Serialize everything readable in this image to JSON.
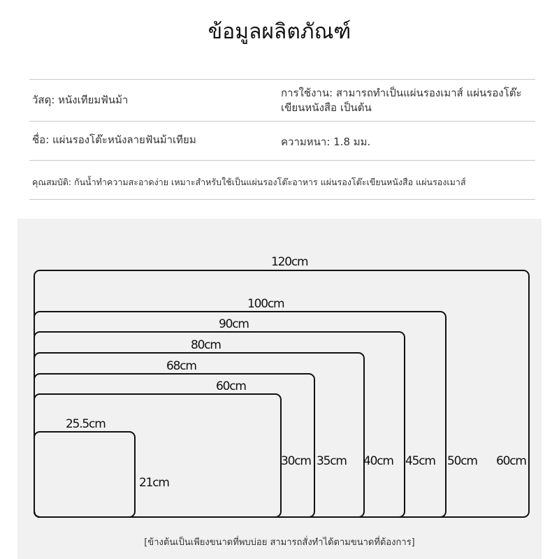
{
  "header": {
    "title": "ข้อมูลผลิตภัณฑ์"
  },
  "specs": {
    "material": "วัสดุ: หนังเทียมฟันม้า",
    "usage": "การใช้งาน: สามารถทำเป็นแผ่นรองเมาส์ แผ่นรองโต๊ะเขียนหนังสือ เป็นต้น",
    "name": "ชื่อ: แผ่นรองโต๊ะหนังลายฟันม้าเทียม",
    "thickness": "ความหนา: 1.8 มม.",
    "properties": "คุณสมบัติ: กันน้ำทำความสะอาดง่าย เหมาะสำหรับใช้เป็นแผ่นรองโต๊ะอาหาร แผ่นรองโต๊ะเขียนหนังสือ แผ่นรองเมาส์"
  },
  "sizes": [
    {
      "width": "120cm",
      "height": "60cm"
    },
    {
      "width": "100cm",
      "height": "50cm"
    },
    {
      "width": "90cm",
      "height": "45cm"
    },
    {
      "width": "80cm",
      "height": "40cm"
    },
    {
      "width": "68cm",
      "height": "35cm"
    },
    {
      "width": "60cm",
      "height": "30cm"
    },
    {
      "width": "25.5cm",
      "height": "21cm"
    }
  ],
  "footer_note": "[ข้างต้นเป็นเพียงขนาดที่พบบ่อย สามารถสั่งทำได้ตามขนาดที่ต้องการ]",
  "colors": {
    "outline": "#111111",
    "panel": "#f1f1f1",
    "rule": "#c8c8c8"
  }
}
